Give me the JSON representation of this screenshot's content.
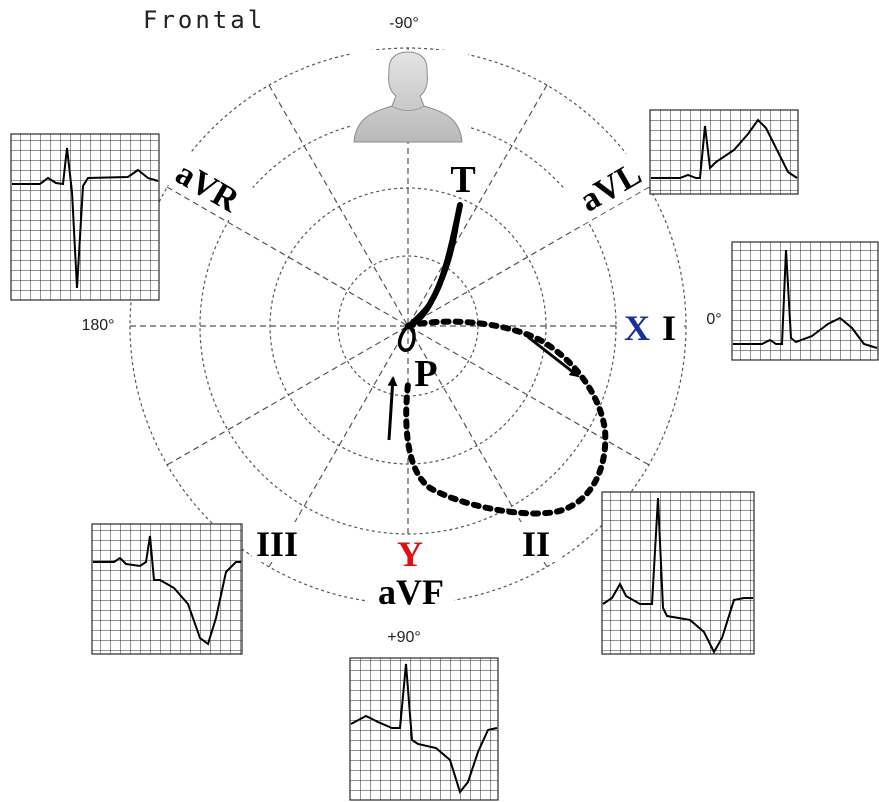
{
  "diagram": {
    "view_label": "Frontal",
    "angles": {
      "top": "-90°",
      "bottom": "+90°",
      "left": "180°",
      "right": "0°"
    },
    "leads": {
      "avr": "aVR",
      "avl": "aVL",
      "i": "I",
      "ii": "II",
      "iii": "III",
      "avf": "aVF"
    },
    "axis_x": "X",
    "axis_y": "Y",
    "loop_labels": {
      "t": "T",
      "p": "P"
    },
    "colors": {
      "axis_x": "#1a2f9e",
      "axis_y": "#e01010",
      "grid": "#555555",
      "loop": "#000000",
      "ecg_grid": "#2a2a2a"
    },
    "icons": [
      "human-torso-icon",
      "direction-arrow-icon"
    ]
  }
}
